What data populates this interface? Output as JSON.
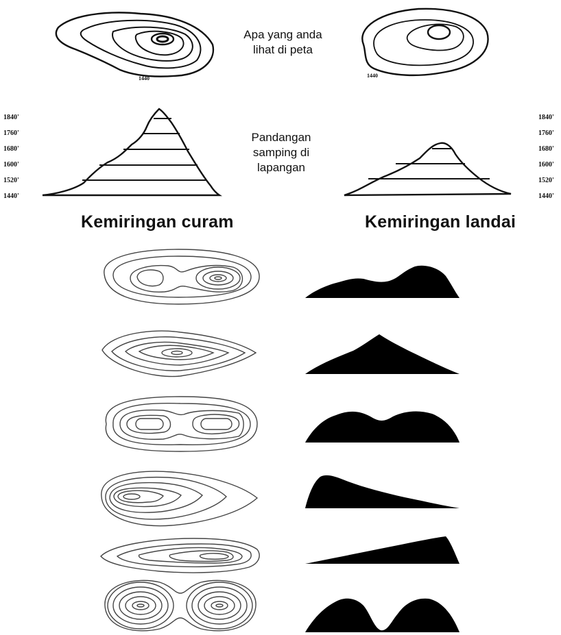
{
  "captions": {
    "map_view": "Apa yang anda\nlihat di peta",
    "side_view": "Pandangan\nsamping di\nlapangan"
  },
  "headings": {
    "steep": "Kemiringan curam",
    "gentle": "Kemiringan landai"
  },
  "contour_label": "1440",
  "elevations": [
    "1840",
    "1760",
    "1680",
    "1600",
    "1520",
    "1440"
  ],
  "units": "'",
  "colors": {
    "line": "#111111",
    "fill": "#000000",
    "background": "#ffffff"
  },
  "pairs": [
    {
      "map": "two-hills-contour",
      "profile": "two-peaks-profile"
    },
    {
      "map": "single-peak-contour",
      "profile": "single-peak-profile"
    },
    {
      "map": "twin-ovals-contour",
      "profile": "saddle-profile"
    },
    {
      "map": "asymmetric-contour",
      "profile": "steep-left-profile"
    },
    {
      "map": "elongated-contour",
      "profile": "ramp-profile"
    },
    {
      "map": "twin-circles-contour",
      "profile": "double-hump-profile"
    }
  ]
}
